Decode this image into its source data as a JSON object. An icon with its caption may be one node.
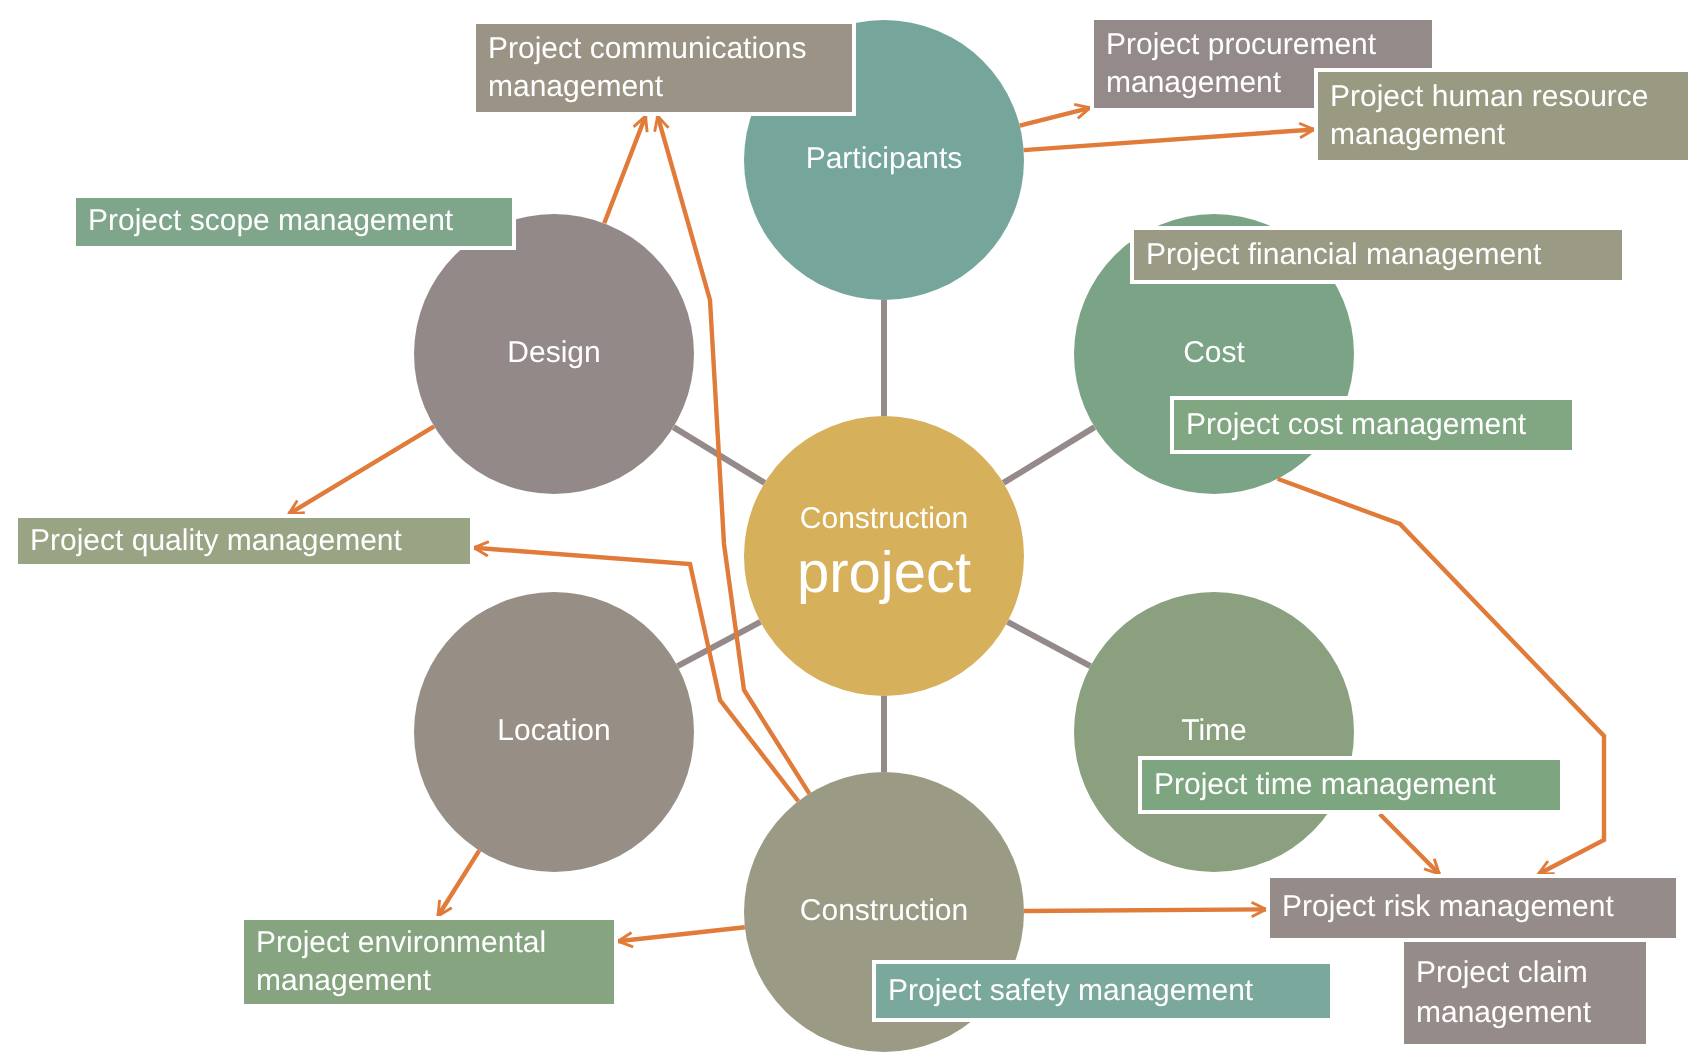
{
  "diagram": {
    "nodes": [
      {
        "text": [
          "Construction",
          "project"
        ]
      },
      {
        "text": [
          "Participants"
        ]
      },
      {
        "text": [
          "Cost"
        ]
      },
      {
        "text": [
          "Time"
        ]
      },
      {
        "text": [
          "Construction"
        ]
      },
      {
        "text": [
          "Location"
        ]
      },
      {
        "text": [
          "Design"
        ]
      },
      {
        "text": [
          "Project communications management"
        ]
      },
      {
        "text": [
          "Project procurement management"
        ]
      },
      {
        "text": [
          "Project human resource management"
        ]
      },
      {
        "text": [
          "Project scope management"
        ]
      },
      {
        "text": [
          "Project financial management"
        ]
      },
      {
        "text": [
          "Project cost management"
        ]
      },
      {
        "text": [
          "Project quality management"
        ]
      },
      {
        "text": [
          "Project time management"
        ]
      },
      {
        "text": [
          "Project risk management"
        ]
      },
      {
        "text": [
          "Project claim management"
        ]
      },
      {
        "text": [
          "Project environmental management"
        ]
      },
      {
        "text": [
          "Project safety management"
        ]
      }
    ],
    "edges": [
      {
        "from": 0,
        "to": 1,
        "arrow": "none",
        "color": "#948a8a"
      },
      {
        "from": 0,
        "to": 2,
        "arrow": "none",
        "color": "#948a8a"
      },
      {
        "from": 0,
        "to": 3,
        "arrow": "none",
        "color": "#948a8a"
      },
      {
        "from": 0,
        "to": 4,
        "arrow": "none",
        "color": "#948a8a"
      },
      {
        "from": 0,
        "to": 5,
        "arrow": "none",
        "color": "#948a8a"
      },
      {
        "from": 0,
        "to": 6,
        "arrow": "none",
        "color": "#948a8a"
      },
      {
        "from": 6,
        "to": 7,
        "arrow": "to"
      },
      {
        "from": 4,
        "to": 7,
        "arrow": "to"
      },
      {
        "from": 1,
        "to": 8,
        "arrow": "to"
      },
      {
        "from": 1,
        "to": 9,
        "arrow": "to"
      },
      {
        "from": 6,
        "to": 13,
        "arrow": "to"
      },
      {
        "from": 4,
        "to": 13,
        "arrow": "to"
      },
      {
        "from": 5,
        "to": 17,
        "arrow": "to"
      },
      {
        "from": 4,
        "to": 17,
        "arrow": "to"
      },
      {
        "from": 4,
        "to": 15,
        "arrow": "to"
      },
      {
        "from": 14,
        "to": 15,
        "arrow": "to"
      },
      {
        "from": 2,
        "to": 15,
        "arrow": "to"
      }
    ]
  }
}
